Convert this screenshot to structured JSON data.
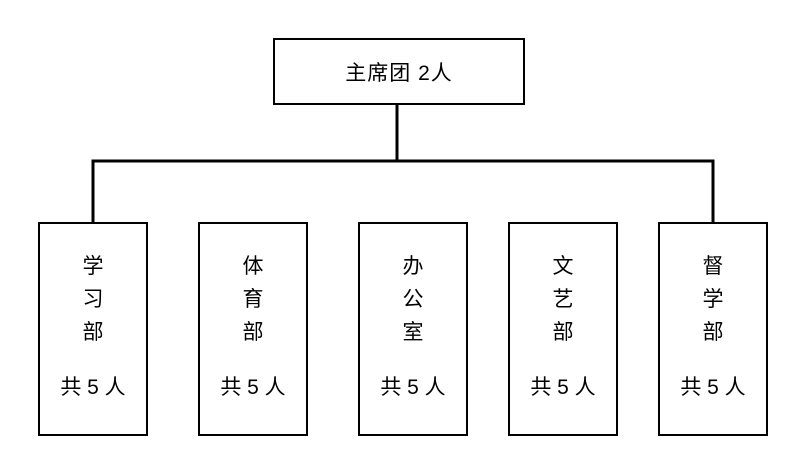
{
  "org_chart": {
    "root": {
      "label": "主席团 2人"
    },
    "departments": [
      {
        "name": "学习部",
        "count": "共 5 人"
      },
      {
        "name": "体育部",
        "count": "共 5 人"
      },
      {
        "name": "办公室",
        "count": "共 5 人"
      },
      {
        "name": "文艺部",
        "count": "共 5 人"
      },
      {
        "name": "督学部",
        "count": "共 5 人"
      }
    ],
    "colors": {
      "line": "#000000",
      "box_border": "#000000",
      "background": "#ffffff",
      "text": "#000000"
    }
  }
}
